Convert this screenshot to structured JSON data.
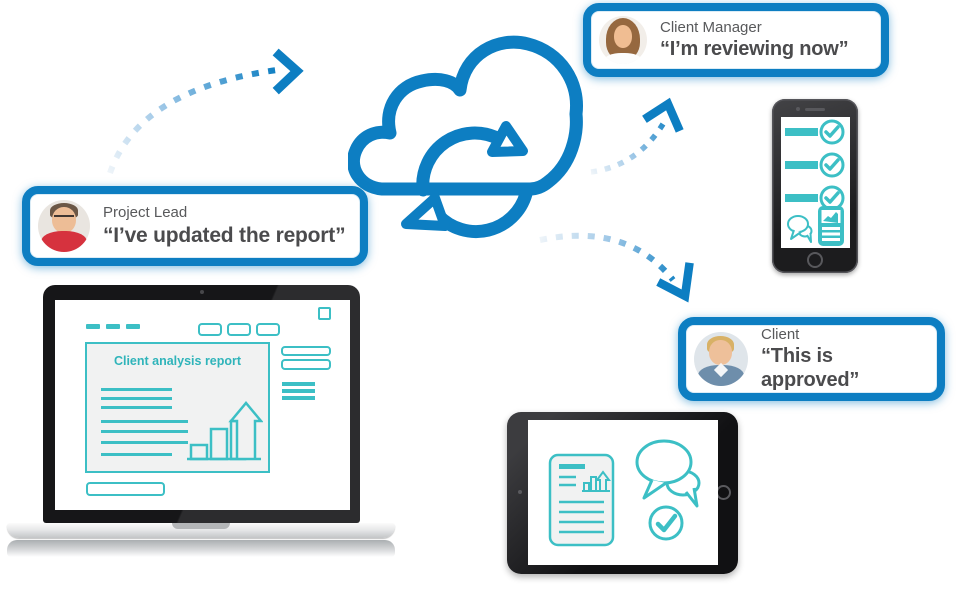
{
  "colors": {
    "accent_blue": "#0d7ec2",
    "teal": "#3cbfc5",
    "quote_text": "#4b4b4d",
    "role_text": "#58595b"
  },
  "cards": {
    "project_lead": {
      "role": "Project Lead",
      "quote": "“I’ve updated the report”"
    },
    "client_manager": {
      "role": "Client Manager",
      "quote": "“I’m reviewing now”"
    },
    "client": {
      "role": "Client",
      "quote": "“This is approved”"
    }
  },
  "laptop": {
    "report_title": "Client analysis report"
  },
  "icons": {
    "cloud_sync": "cloud with circular sync arrows",
    "dotted_arrows": "dashed curved flow arrows",
    "checklist": "bars with circled checkmarks",
    "chat_bubbles": "overlapping speech bubbles",
    "report_document": "document with chart",
    "growth_chart": "bar chart with rising arrow",
    "approved_check": "circled checkmark"
  }
}
